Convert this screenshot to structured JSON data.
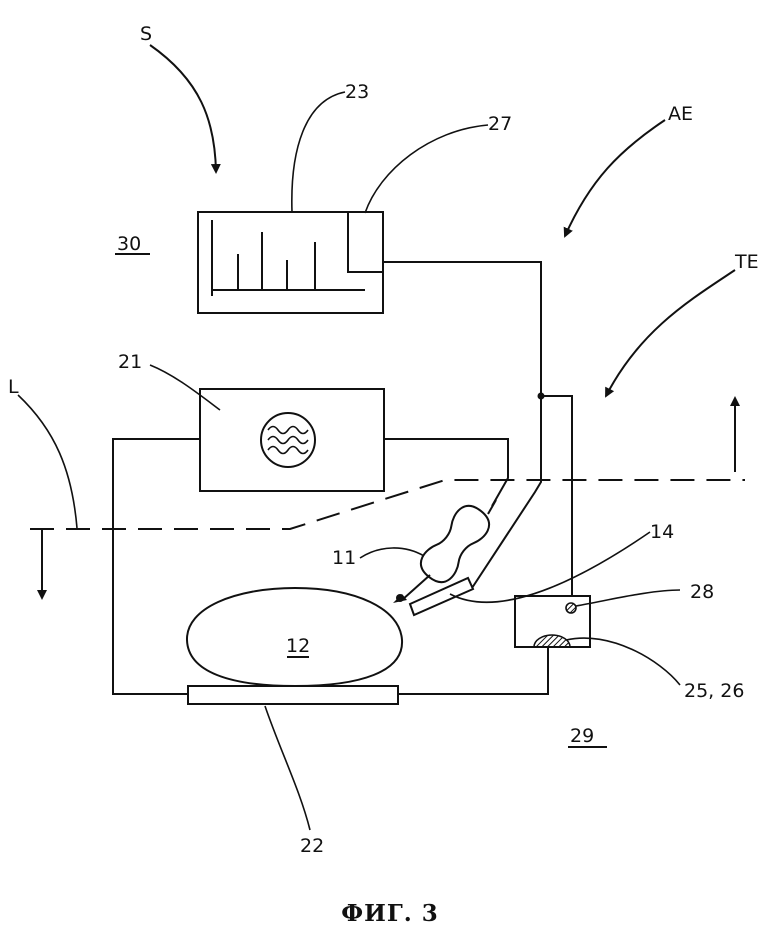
{
  "figure": {
    "caption": "ФИГ. 3",
    "labels": {
      "s": "S",
      "ae": "AE",
      "te": "TE",
      "l": "L",
      "ref_23": "23",
      "ref_27": "27",
      "ref_30": "30",
      "ref_21": "21",
      "ref_11": "11",
      "ref_14": "14",
      "ref_28": "28",
      "ref_12": "12",
      "ref_25_26": "25, 26",
      "ref_29": "29",
      "ref_22": "22"
    }
  }
}
